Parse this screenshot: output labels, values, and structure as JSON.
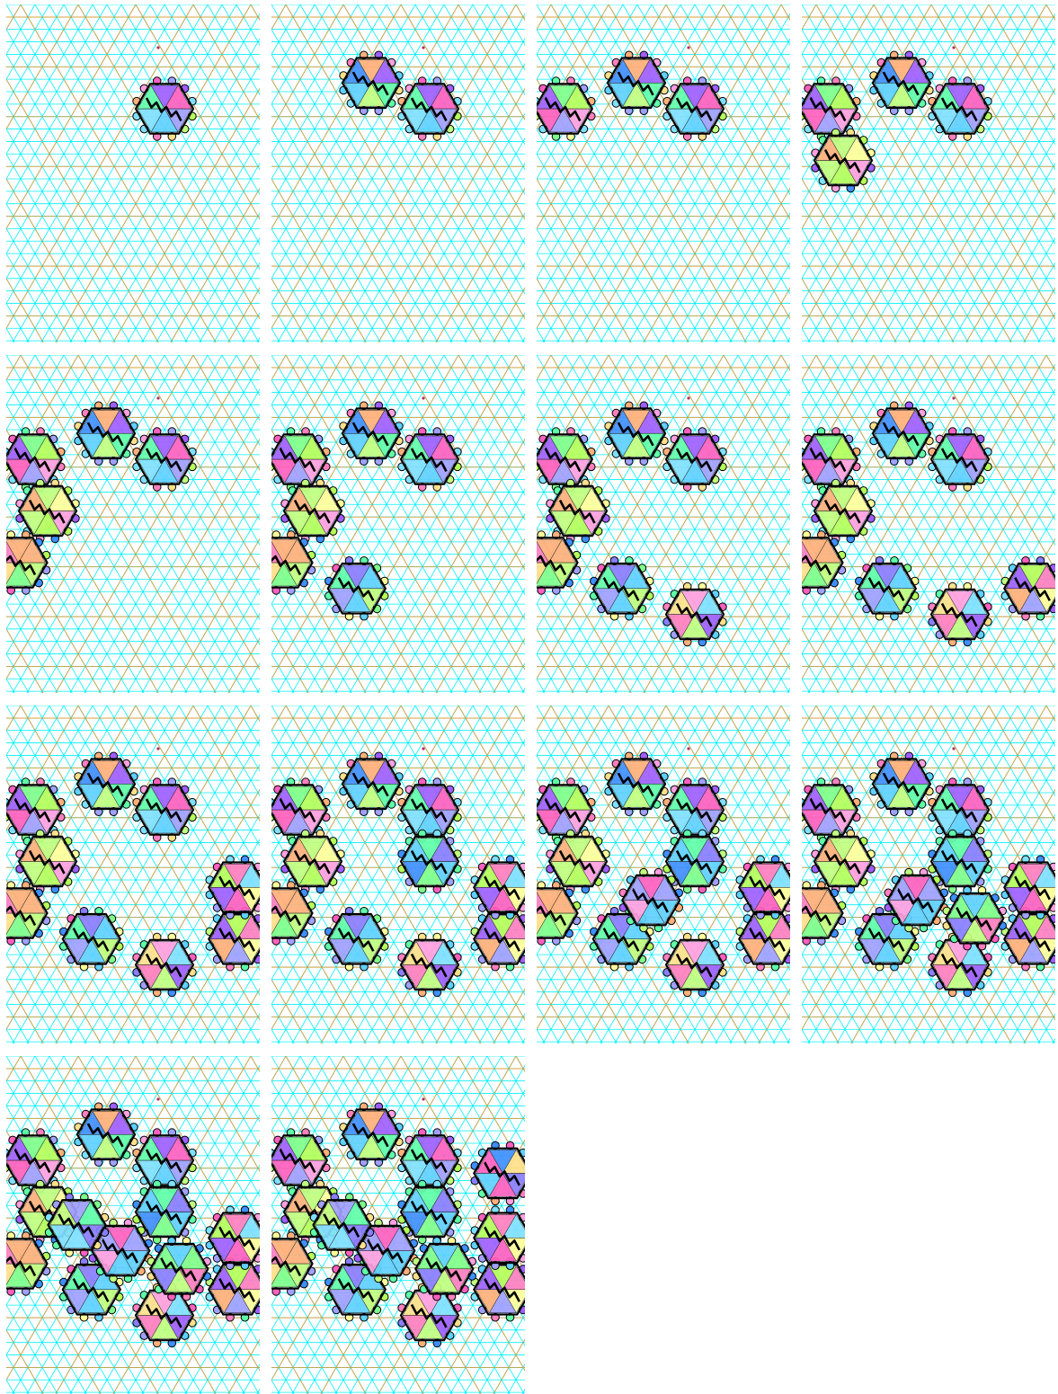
{
  "figure": {
    "kind": "tiling-growth-sequence",
    "panel_count": 14,
    "columns": 4,
    "grid": {
      "fine_line_color": "#00f0ff",
      "coarse_line_color": "#d4a040",
      "marker_color": "#b03060"
    },
    "path_color": "#000000",
    "tile_palette": [
      "#ff7fbf",
      "#8a7dff",
      "#7fff8a",
      "#ffe08a",
      "#3f8fff",
      "#ff5fbf",
      "#b4ff5a",
      "#ffb07a",
      "#7fe0ff",
      "#a0a0ff",
      "#5fffa8",
      "#ffa0e0",
      "#c0ff7f",
      "#9f5fff",
      "#ffff9a",
      "#5fd0ff"
    ],
    "panels": [
      {
        "step": 1,
        "cluster_centers": [
          [
            0,
            0
          ]
        ]
      },
      {
        "step": 2,
        "cluster_centers": [
          [
            0,
            0
          ],
          [
            -2,
            -1
          ]
        ]
      },
      {
        "step": 3,
        "cluster_centers": [
          [
            0,
            0
          ],
          [
            -2,
            -1
          ],
          [
            -4.5,
            0
          ]
        ]
      },
      {
        "step": 4,
        "cluster_centers": [
          [
            0,
            0
          ],
          [
            -2,
            -1
          ],
          [
            -4.5,
            0
          ],
          [
            -4,
            2
          ]
        ]
      },
      {
        "step": 5,
        "cluster_centers": [
          [
            0,
            0
          ],
          [
            -2,
            -1
          ],
          [
            -4.5,
            0
          ],
          [
            -4,
            2
          ],
          [
            -5,
            4
          ]
        ]
      },
      {
        "step": 6,
        "cluster_centers": [
          [
            0,
            0
          ],
          [
            -2,
            -1
          ],
          [
            -4.5,
            0
          ],
          [
            -4,
            2
          ],
          [
            -5,
            4
          ],
          [
            -2.5,
            5
          ]
        ]
      },
      {
        "step": 7,
        "cluster_centers": [
          [
            0,
            0
          ],
          [
            -2,
            -1
          ],
          [
            -4.5,
            0
          ],
          [
            -4,
            2
          ],
          [
            -5,
            4
          ],
          [
            -2.5,
            5
          ],
          [
            0,
            6
          ]
        ]
      },
      {
        "step": 8,
        "cluster_centers": [
          [
            0,
            0
          ],
          [
            -2,
            -1
          ],
          [
            -4.5,
            0
          ],
          [
            -4,
            2
          ],
          [
            -5,
            4
          ],
          [
            -2.5,
            5
          ],
          [
            0,
            6
          ],
          [
            2.5,
            5
          ]
        ]
      },
      {
        "step": 9,
        "cluster_centers": [
          [
            0,
            0
          ],
          [
            -2,
            -1
          ],
          [
            -4.5,
            0
          ],
          [
            -4,
            2
          ],
          [
            -5,
            4
          ],
          [
            -2.5,
            5
          ],
          [
            0,
            6
          ],
          [
            2.5,
            5
          ],
          [
            2.5,
            3
          ]
        ]
      },
      {
        "step": 10,
        "cluster_centers": [
          [
            0,
            0
          ],
          [
            -2,
            -1
          ],
          [
            -4.5,
            0
          ],
          [
            -4,
            2
          ],
          [
            -5,
            4
          ],
          [
            -2.5,
            5
          ],
          [
            0,
            6
          ],
          [
            2.5,
            5
          ],
          [
            2.5,
            3
          ],
          [
            0,
            2
          ]
        ]
      },
      {
        "step": 11,
        "cluster_centers": [
          [
            0,
            0
          ],
          [
            -2,
            -1
          ],
          [
            -4.5,
            0
          ],
          [
            -4,
            2
          ],
          [
            -5,
            4
          ],
          [
            -2.5,
            5
          ],
          [
            0,
            6
          ],
          [
            2.5,
            5
          ],
          [
            2.5,
            3
          ],
          [
            0,
            2
          ],
          [
            -1.5,
            3.5
          ]
        ]
      },
      {
        "step": 12,
        "cluster_centers": [
          [
            0,
            0
          ],
          [
            -2,
            -1
          ],
          [
            -4.5,
            0
          ],
          [
            -4,
            2
          ],
          [
            -5,
            4
          ],
          [
            -2.5,
            5
          ],
          [
            0,
            6
          ],
          [
            2.5,
            5
          ],
          [
            2.5,
            3
          ],
          [
            0,
            2
          ],
          [
            -1.5,
            3.5
          ],
          [
            0.5,
            4.2
          ]
        ]
      },
      {
        "step": 13,
        "cluster_centers": [
          [
            0,
            0
          ],
          [
            -2,
            -1
          ],
          [
            -4.5,
            0
          ],
          [
            -4,
            2
          ],
          [
            -5,
            4
          ],
          [
            -2.5,
            5
          ],
          [
            0,
            6
          ],
          [
            2.5,
            5
          ],
          [
            2.5,
            3
          ],
          [
            0,
            2
          ],
          [
            -1.5,
            3.5
          ],
          [
            0.5,
            4.2
          ],
          [
            -3,
            2.5
          ]
        ]
      },
      {
        "step": 14,
        "cluster_centers": [
          [
            0,
            0
          ],
          [
            -2,
            -1
          ],
          [
            -4.5,
            0
          ],
          [
            -4,
            2
          ],
          [
            -5,
            4
          ],
          [
            -2.5,
            5
          ],
          [
            0,
            6
          ],
          [
            2.5,
            5
          ],
          [
            2.5,
            3
          ],
          [
            0,
            2
          ],
          [
            -1.5,
            3.5
          ],
          [
            0.5,
            4.2
          ],
          [
            -3,
            2.5
          ],
          [
            2.5,
            0.5
          ]
        ]
      }
    ]
  }
}
